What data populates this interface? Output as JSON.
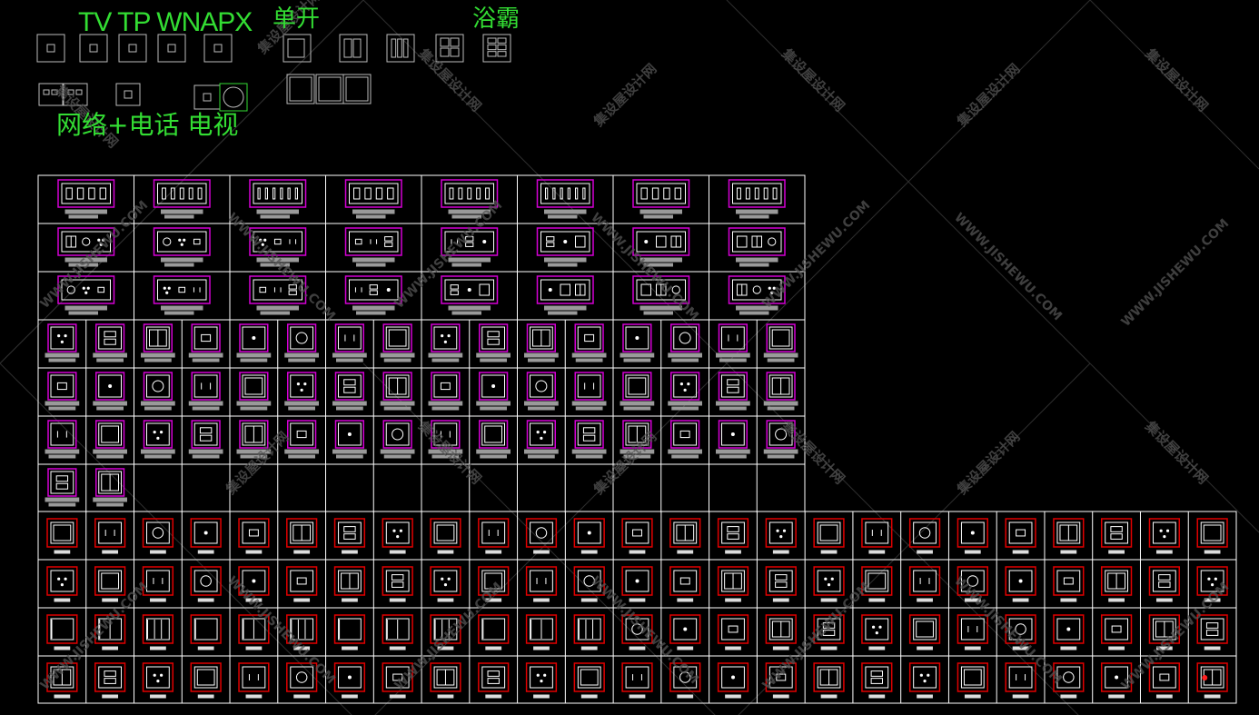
{
  "labels": {
    "type_codes": "TV TP WNAPX",
    "single_switch": "单开",
    "bath_heater": "浴霸",
    "network_phone_tv": "网络+电话 电视"
  },
  "watermark": {
    "cn": "集设屋设计网",
    "en": "WWW.JISHEWU.COM"
  },
  "colors": {
    "background": "#000000",
    "grid": "#ffffff",
    "symbol_frame_upper": "#d400d4",
    "symbol_frame_lower": "#e00000",
    "legend_label": "#33dd33",
    "symbol_outline": "#ffffff",
    "caption_bar": "#9a9a9a",
    "watermark": "#555555"
  }
}
